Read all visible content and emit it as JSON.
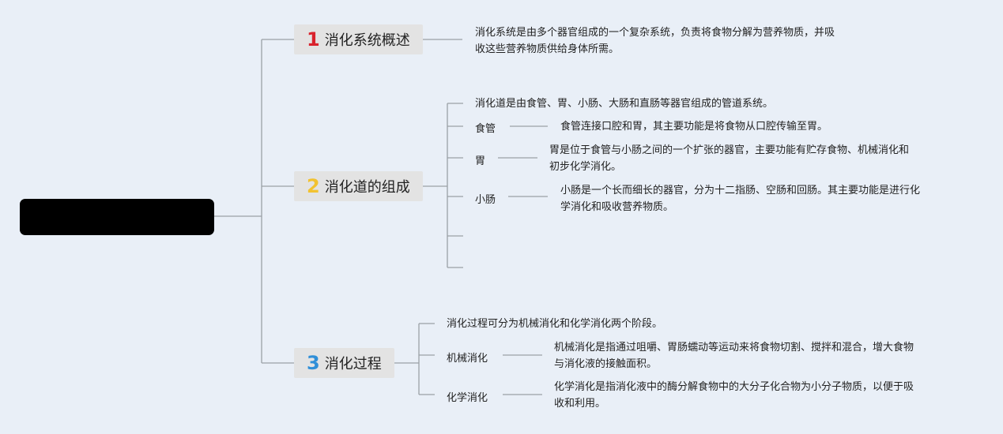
{
  "root": {
    "label": ""
  },
  "topics": [
    {
      "number": "1",
      "title": "消化系统概述",
      "color": "#d9232d",
      "description": [
        "消化系统是由多个器官组成的一个复杂系统，负责将食物分解为营养物质，并吸",
        "收这些营养物质供给身体所需。"
      ]
    },
    {
      "number": "2",
      "title": "消化道的组成",
      "color": "#f2c230",
      "intro": "消化道是由食管、胃、小肠、大肠和直肠等器官组成的管道系统。",
      "items": [
        {
          "label": "食管",
          "description": [
            "食管连接口腔和胃，其主要功能是将食物从口腔传输至胃。"
          ]
        },
        {
          "label": "胃",
          "description": [
            "胃是位于食管与小肠之间的一个扩张的器官，主要功能有贮存食物、机械消化和",
            "初步化学消化。"
          ]
        },
        {
          "label": "小肠",
          "description": [
            "小肠是一个长而细长的器官，分为十二指肠、空肠和回肠。其主要功能是进行化",
            "学消化和吸收营养物质。"
          ]
        }
      ]
    },
    {
      "number": "3",
      "title": "消化过程",
      "color": "#2f8fd8",
      "intro": "消化过程可分为机械消化和化学消化两个阶段。",
      "items": [
        {
          "label": "机械消化",
          "description": [
            "机械消化是指通过咀嚼、胃肠蠕动等运动来将食物切割、搅拌和混合，增大食物",
            "与消化液的接触面积。"
          ]
        },
        {
          "label": "化学消化",
          "description": [
            "化学消化是指消化液中的酶分解食物中的大分子化合物为小分子物质，以便于吸",
            "收和利用。"
          ]
        }
      ]
    }
  ],
  "colors": {
    "background": "#e9eff7",
    "line": "#9aa0a6",
    "topic_bg": "#e3e3e3",
    "root_bg": "#000000"
  }
}
